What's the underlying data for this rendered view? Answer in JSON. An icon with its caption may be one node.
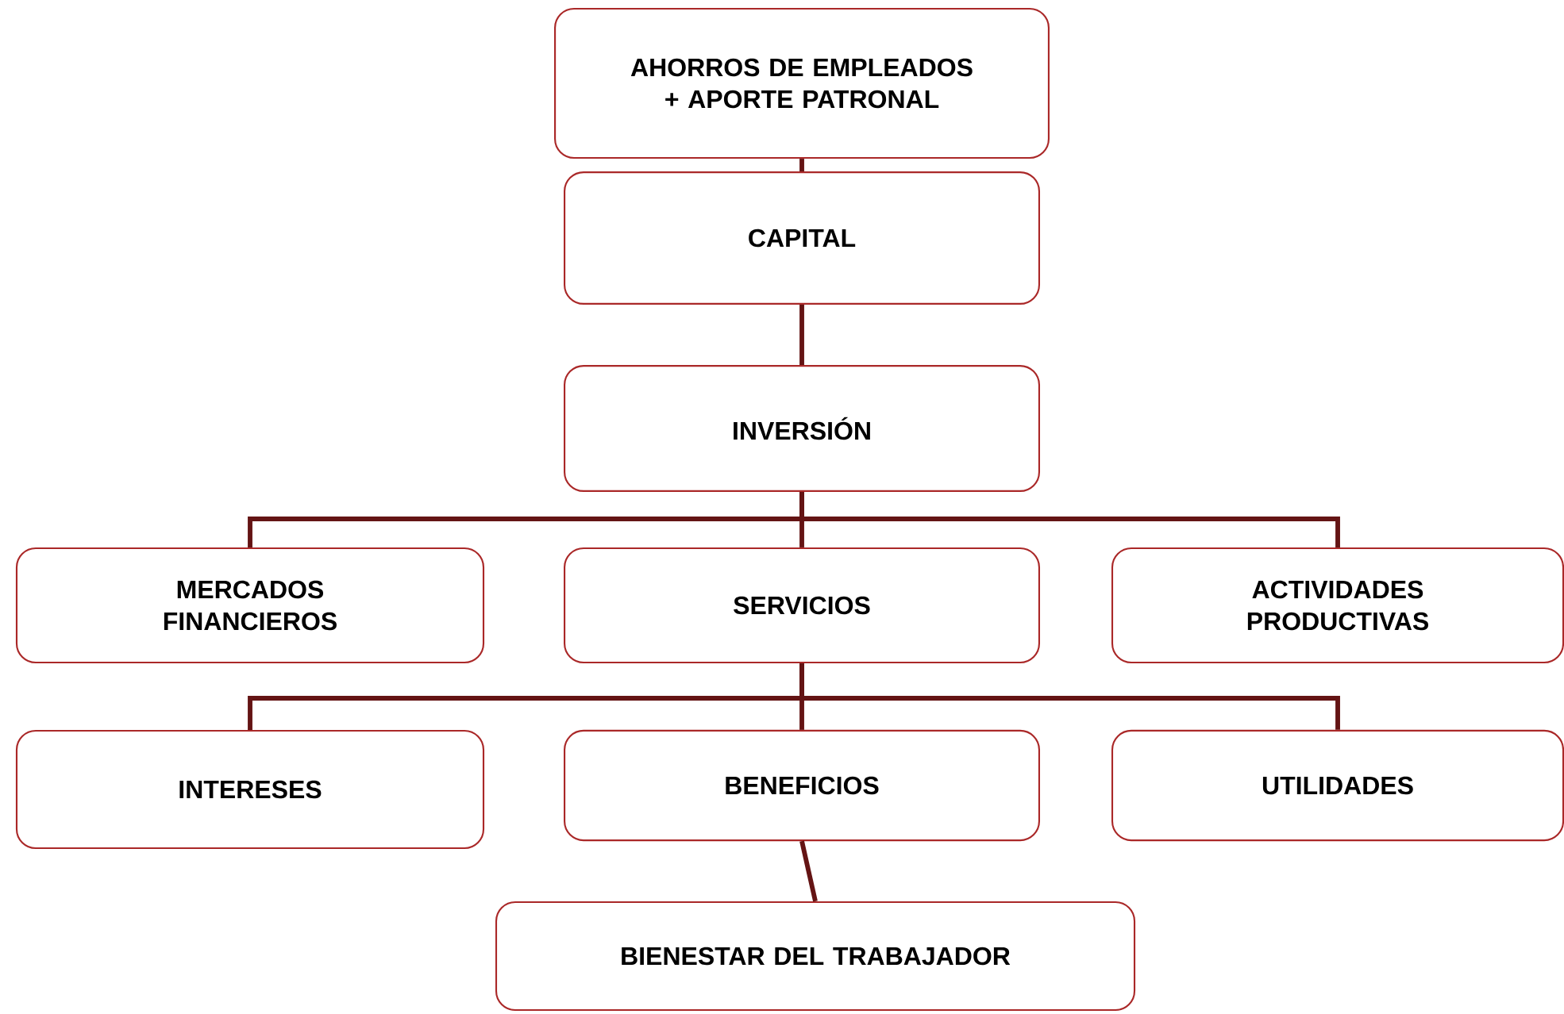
{
  "diagram": {
    "nodes": [
      {
        "text": [
          "AHORROS DE EMPLEADOS + APORTE PATRONAL"
        ]
      },
      {
        "text": [
          "CAPITAL"
        ]
      },
      {
        "text": [
          "INVERSIÓN"
        ]
      },
      {
        "text": [
          "MERCADOS FINANCIEROS"
        ]
      },
      {
        "text": [
          "SERVICIOS"
        ]
      },
      {
        "text": [
          "ACTIVIDADES PRODUCTIVAS"
        ]
      },
      {
        "text": [
          "INTERESES"
        ]
      },
      {
        "text": [
          "BENEFICIOS"
        ]
      },
      {
        "text": [
          "UTILIDADES"
        ]
      },
      {
        "text": [
          "BIENESTAR DEL TRABAJADOR"
        ]
      }
    ],
    "edges": [
      {
        "from": 0,
        "to": 1,
        "arrow": "none"
      },
      {
        "from": 1,
        "to": 2,
        "arrow": "none"
      },
      {
        "from": 2,
        "to": 3,
        "arrow": "none"
      },
      {
        "from": 2,
        "to": 4,
        "arrow": "none"
      },
      {
        "from": 2,
        "to": 5,
        "arrow": "none"
      },
      {
        "from": 4,
        "to": 6,
        "arrow": "none"
      },
      {
        "from": 4,
        "to": 7,
        "arrow": "none"
      },
      {
        "from": 4,
        "to": 8,
        "arrow": "none"
      },
      {
        "from": 7,
        "to": 9,
        "arrow": "none"
      }
    ]
  }
}
